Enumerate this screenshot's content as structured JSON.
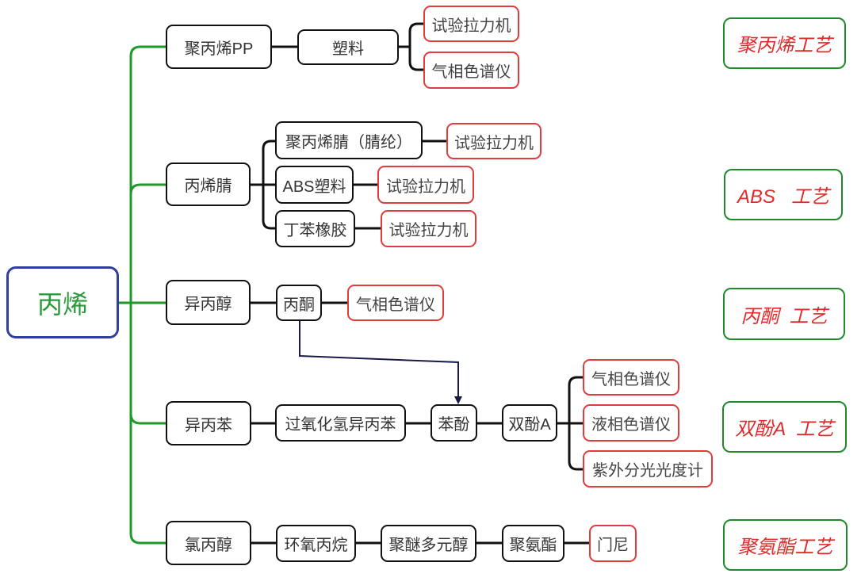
{
  "root": {
    "label": "丙烯"
  },
  "branches": [
    {
      "label": "聚丙烯PP",
      "products": [
        {
          "label": "塑料",
          "instruments": [
            "试验拉力机",
            "气相色谱仪"
          ]
        }
      ],
      "process": "聚丙烯工艺"
    },
    {
      "label": "丙烯腈",
      "products": [
        {
          "label": "聚丙烯腈（腈纶）",
          "instruments": [
            "试验拉力机"
          ]
        },
        {
          "label": "ABS塑料",
          "instruments": [
            "试验拉力机"
          ]
        },
        {
          "label": "丁苯橡胶",
          "instruments": [
            "试验拉力机"
          ]
        }
      ],
      "process": "ABS   工艺"
    },
    {
      "label": "异丙醇",
      "chain": [
        "丙酮"
      ],
      "instruments": [
        "气相色谱仪"
      ],
      "process": "丙酮  工艺"
    },
    {
      "label": "异丙苯",
      "chain": [
        "过氧化氢异丙苯",
        "苯酚",
        "双酚A"
      ],
      "instruments": [
        "气相色谱仪",
        "液相色谱仪",
        "紫外分光光度计"
      ],
      "process": "双酚A  工艺"
    },
    {
      "label": "氯丙醇",
      "chain": [
        "环氧丙烷",
        "聚醚多元醇",
        "聚氨酯"
      ],
      "instruments": [
        "门尼"
      ],
      "process": "聚氨酯工艺"
    }
  ],
  "cross_links": [
    {
      "from": "丙酮",
      "to": "苯酚"
    }
  ],
  "colors": {
    "branch_line": "#1f9a2a",
    "connector": "#111111",
    "arrow": "#1a1a4a",
    "root_border": "#2f3fa0",
    "root_text": "#2a9a3a",
    "instrument_border": "#e03c3c",
    "process_border": "#1f8a2a",
    "process_text": "#e02a2a"
  }
}
